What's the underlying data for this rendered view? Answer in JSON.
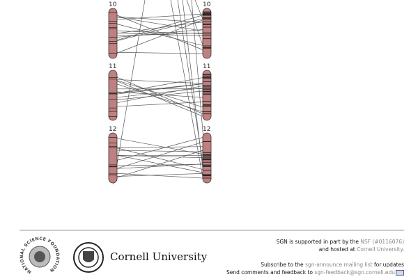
{
  "chromosomes": {
    "left": [
      "10",
      "11",
      "12"
    ],
    "right": [
      "10",
      "11",
      "12"
    ],
    "fill": "#c08080"
  },
  "footer": {
    "line1_pre": "SGN is supported in part by the",
    "nsf_link": "NSF",
    "grant_link": "(#0116076)",
    "line2_pre": "and hosted at",
    "cornell_link": "Cornell University",
    "line2_post": ".",
    "line3_pre": "Subscribe to the",
    "mailing_link": "sgn-announce mailing list",
    "line3_post": "for updates",
    "line4_pre": "Send comments and feedback to",
    "email_link": "sgn-feedback@sgn.cornell.edu",
    "cornell_logo_text": "Cornell University",
    "nsf_logo_text": "NATIONAL SCIENCE FOUNDATION"
  }
}
